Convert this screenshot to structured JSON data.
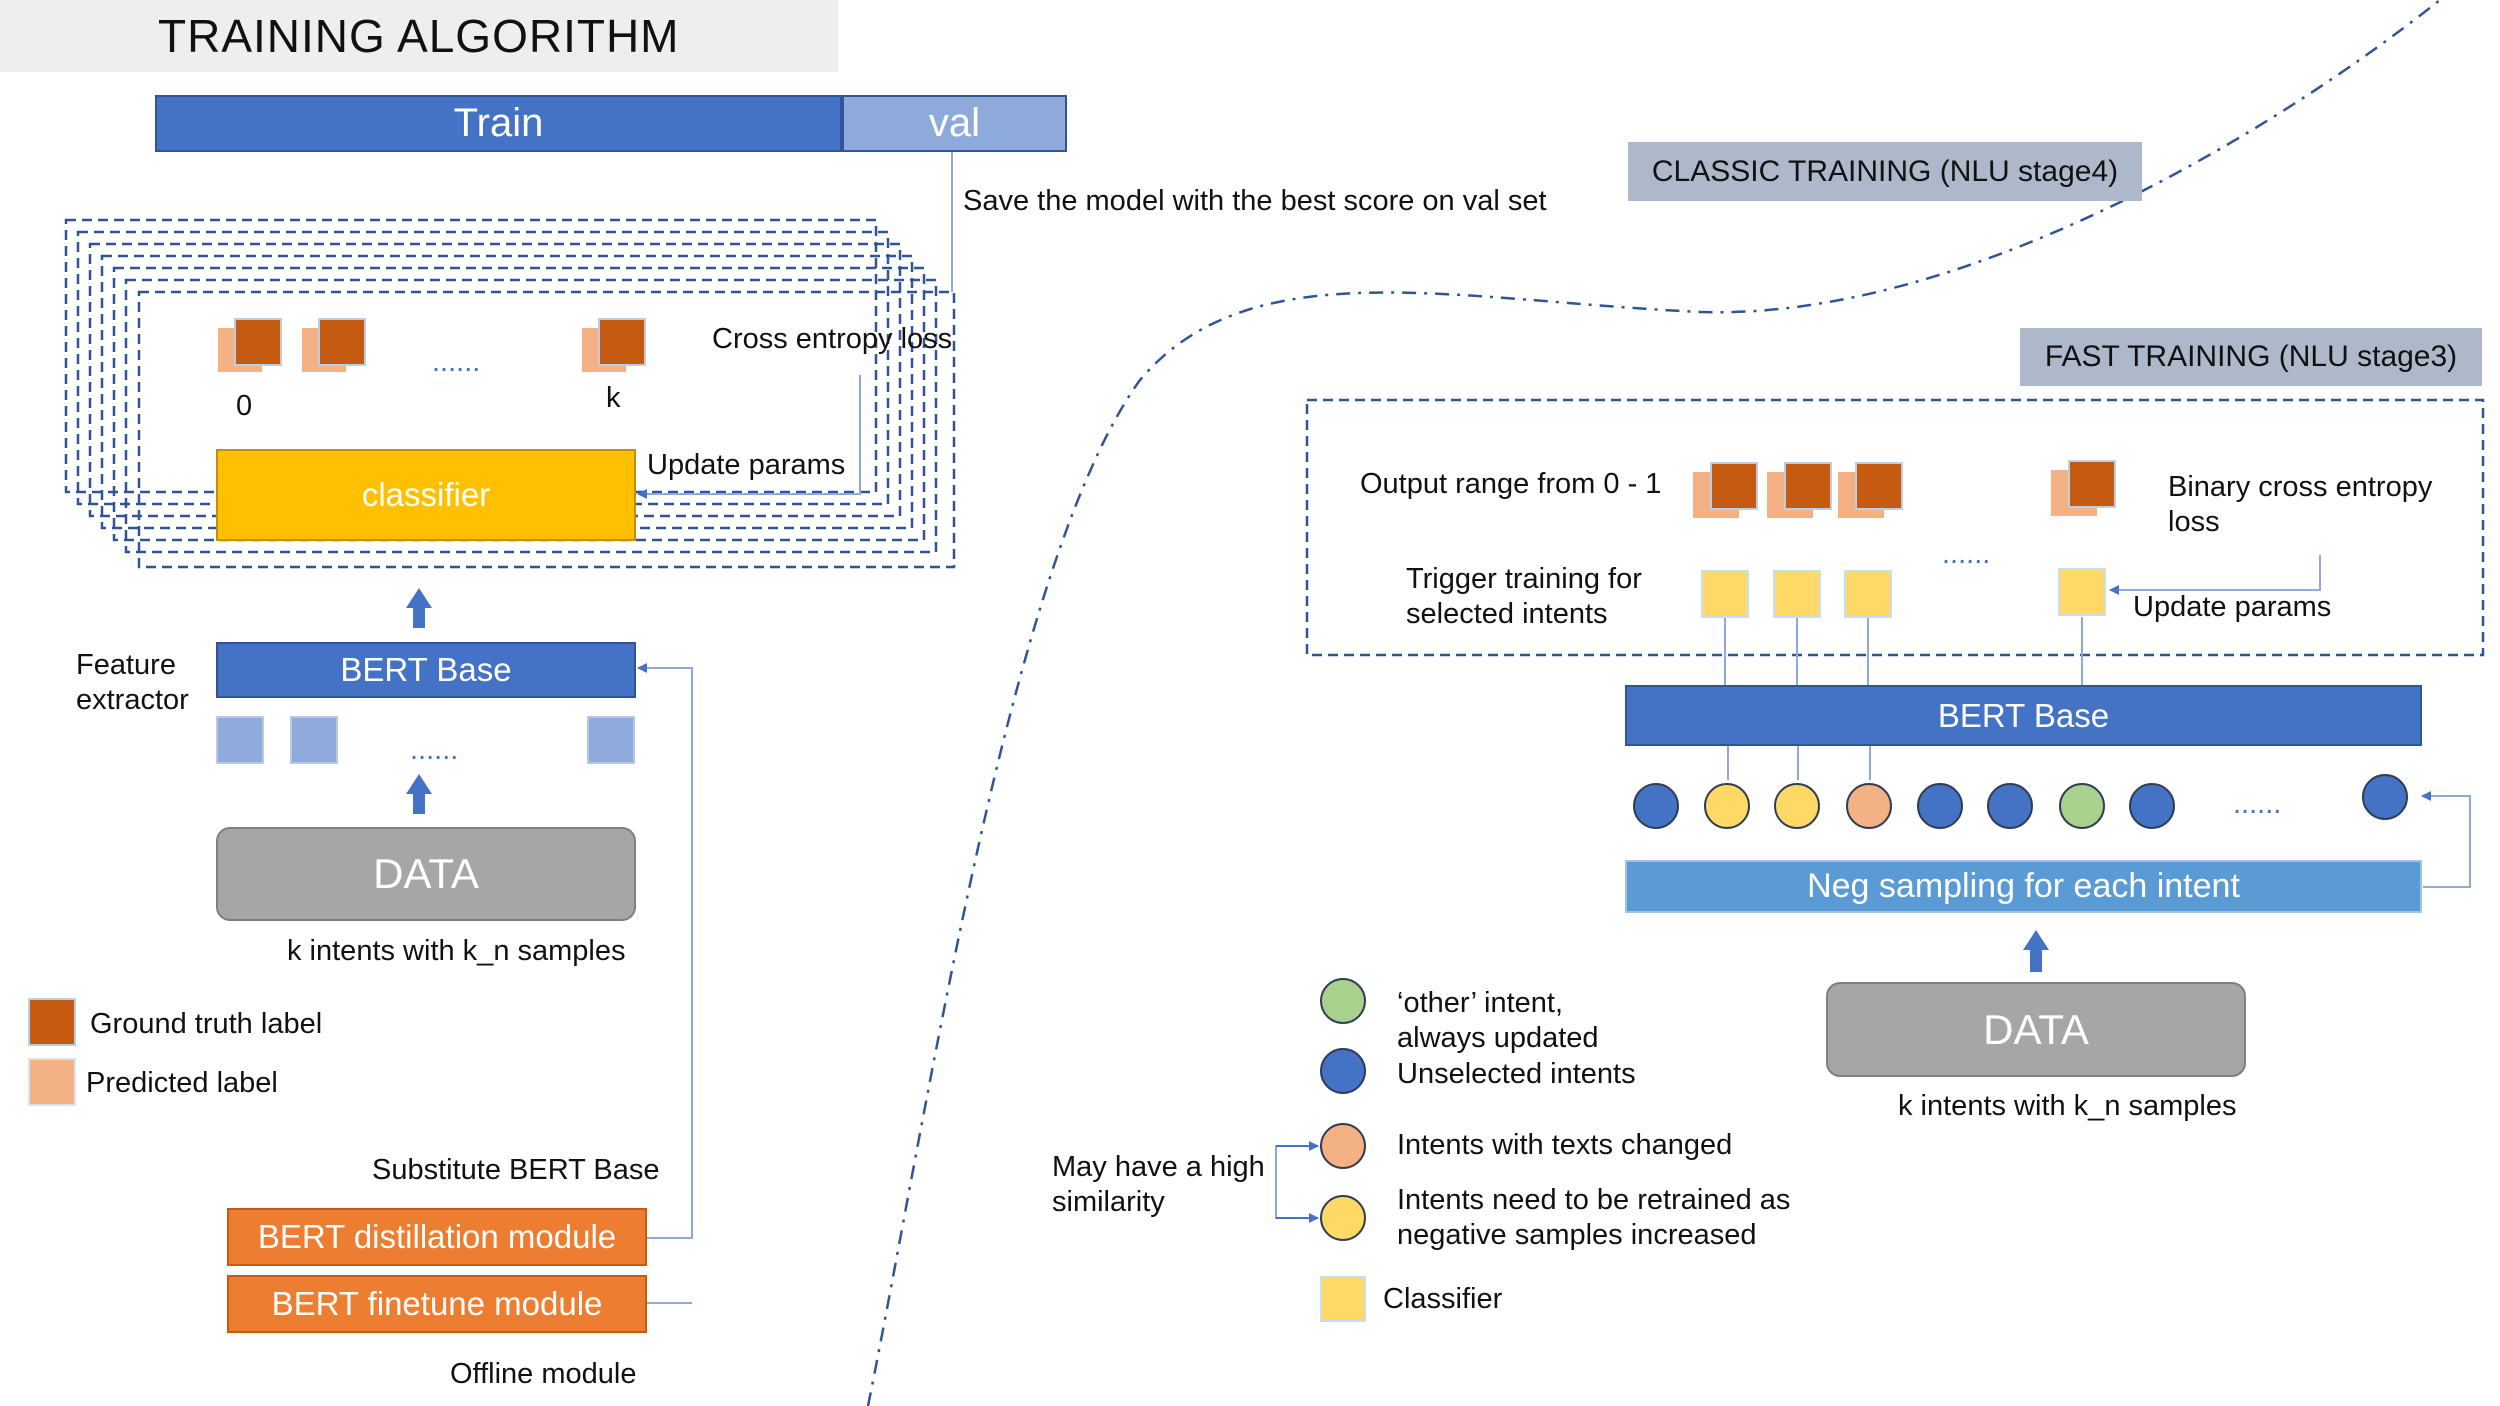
{
  "page_title": "TRAINING ALGORITHM",
  "left": {
    "split_bar": {
      "train": "Train",
      "val": "val"
    },
    "save_note": "Save the model with the best score on val set",
    "label_0": "0",
    "label_k": "k",
    "ellipsis": "......",
    "cross_entropy": "Cross entropy loss",
    "update_params": "Update params",
    "classifier": "classifier",
    "bert_base": "BERT Base",
    "feature_extractor": "Feature\nextractor",
    "data": "DATA",
    "data_caption": "k intents with k_n samples",
    "legend": {
      "ground_truth": "Ground truth label",
      "predicted": "Predicted label"
    },
    "substitute": "Substitute BERT Base",
    "distillation": "BERT distillation module",
    "finetune": "BERT finetune module",
    "offline": "Offline module"
  },
  "right": {
    "classic_tag": "CLASSIC TRAINING (NLU stage4)",
    "fast_tag": "FAST TRAINING (NLU stage3)",
    "output_range": "Output range from 0 - 1",
    "binary_ce": "Binary cross entropy\nloss",
    "trigger": "Trigger training for\nselected intents",
    "update_params": "Update params",
    "ellipsis": "......",
    "bert_base": "BERT Base",
    "neg_sampling": "Neg sampling for each intent",
    "data": "DATA",
    "data_caption": "k intents with k_n samples",
    "intent_dots": [
      "blue",
      "yellow",
      "yellow",
      "orange",
      "blue",
      "blue",
      "green",
      "blue"
    ],
    "legend": {
      "other": "‘other’ intent,\nalways updated",
      "unselected": "Unselected intents",
      "changed": "Intents with texts changed",
      "retrained": "Intents need to be retrained as\nnegative samples increased",
      "classifier": "Classifier",
      "similarity": "May have a high\nsimilarity"
    }
  },
  "colors": {
    "train_blue": "#4472c4",
    "val_blue": "#8eaadb",
    "classifier_yellow": "#ffc000",
    "data_gray": "#a6a6a6",
    "module_orange": "#ed7d31",
    "ground_truth": "#c55a11",
    "predicted": "#f4b183",
    "neg_sampling_blue": "#5b9bd5",
    "tag_gray": "#adb9ca",
    "dashed_navy": "#2f5597"
  }
}
